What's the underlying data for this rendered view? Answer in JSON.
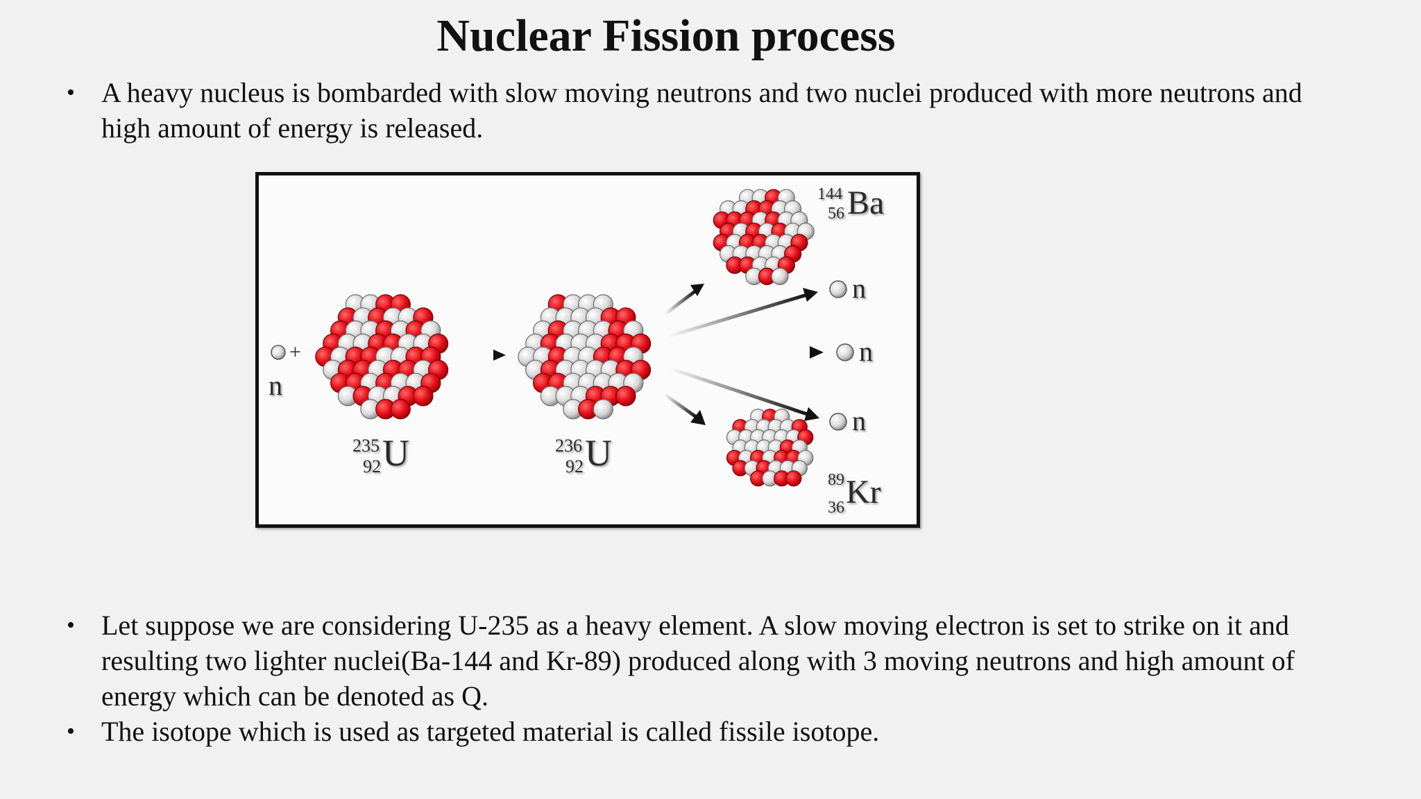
{
  "title": "Nuclear Fission process",
  "bullets_top": [
    "A  heavy nucleus is bombarded with slow moving neutrons and two nuclei produced with more neutrons and high amount of energy is released."
  ],
  "bullets_bottom": [
    "Let suppose we are considering U-235 as a heavy element. A slow moving electron is set to strike on it and resulting two lighter nuclei(Ba-144 and Kr-89) produced along with 3 moving neutrons and high amount of energy which can be denoted as Q.",
    "The isotope which is used as targeted material is called fissile isotope."
  ],
  "diagram": {
    "incoming_neutron": "n",
    "plus": "+",
    "u235": {
      "mass": "235",
      "atomic": "92",
      "symbol": "U"
    },
    "u236": {
      "mass": "236",
      "atomic": "92",
      "symbol": "U"
    },
    "ba": {
      "mass": "144",
      "atomic": "56",
      "symbol": "Ba"
    },
    "kr": {
      "mass": "89",
      "atomic": "36",
      "symbol": "Kr"
    },
    "neutron_out": "n",
    "colors": {
      "proton": "#e8101a",
      "neutron": "#dcdcdc",
      "arrow": "#111111"
    }
  }
}
